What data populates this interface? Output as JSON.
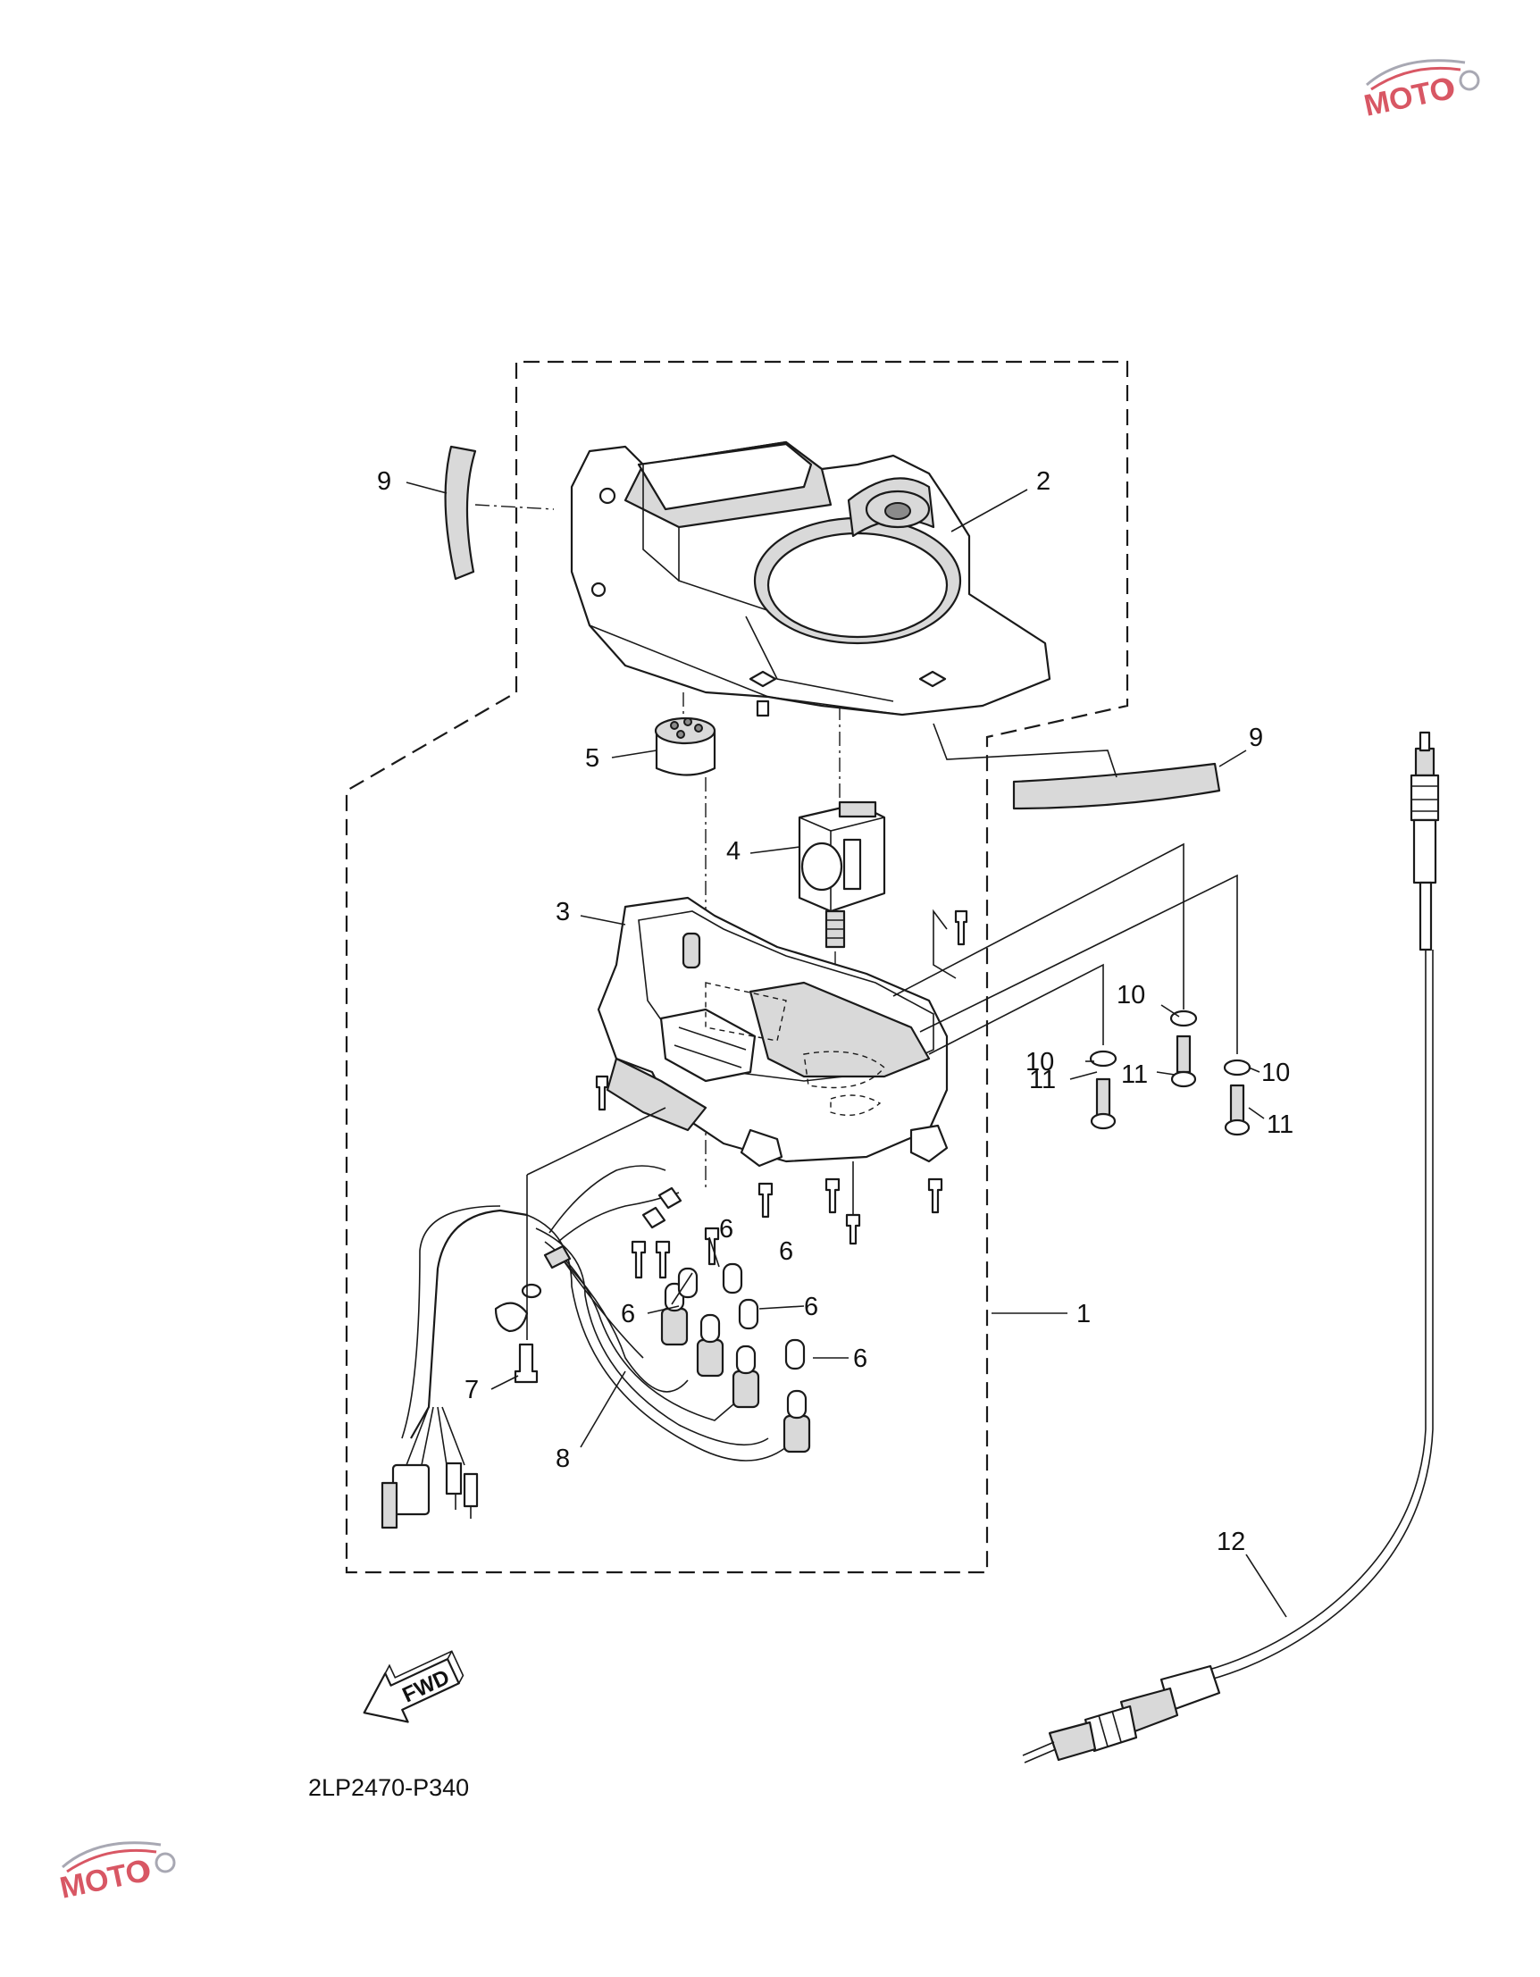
{
  "diagram": {
    "drawing_code": "2LP2470-P340",
    "fwd_label": "FWD",
    "watermark_text": "MOTO",
    "callouts": [
      {
        "label": "1"
      },
      {
        "label": "2"
      },
      {
        "label": "3"
      },
      {
        "label": "4"
      },
      {
        "label": "5"
      },
      {
        "label": "6"
      },
      {
        "label": "6"
      },
      {
        "label": "6"
      },
      {
        "label": "6"
      },
      {
        "label": "6"
      },
      {
        "label": "7"
      },
      {
        "label": "8"
      },
      {
        "label": "9"
      },
      {
        "label": "9"
      },
      {
        "label": "10"
      },
      {
        "label": "10"
      },
      {
        "label": "10"
      },
      {
        "label": "11"
      },
      {
        "label": "11"
      },
      {
        "label": "11"
      },
      {
        "label": "12"
      }
    ]
  },
  "colors": {
    "ink": "#1a1a1a",
    "watermark_red": "#d23a4a",
    "watermark_gray": "#9a9aa6"
  }
}
